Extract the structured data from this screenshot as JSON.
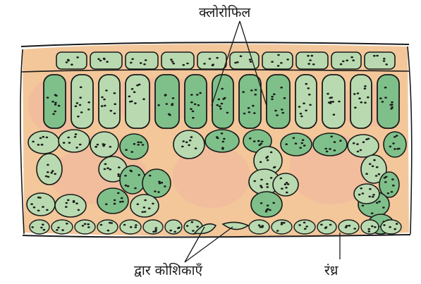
{
  "labels": {
    "chlorophyll": "क्लोरोफिल",
    "guard_cells": "द्वार कोशिकाएँ",
    "stoma": "रंध्र"
  },
  "colors": {
    "tissue": "#f3c79a",
    "tissue_pink": "#efb4a0",
    "cell_green": "#b9dab0",
    "cell_green_dark": "#7fc08a",
    "outline": "#1a1a1a",
    "dot": "#1a1a1a"
  },
  "icons": {
    "chloroplast": "dot"
  }
}
